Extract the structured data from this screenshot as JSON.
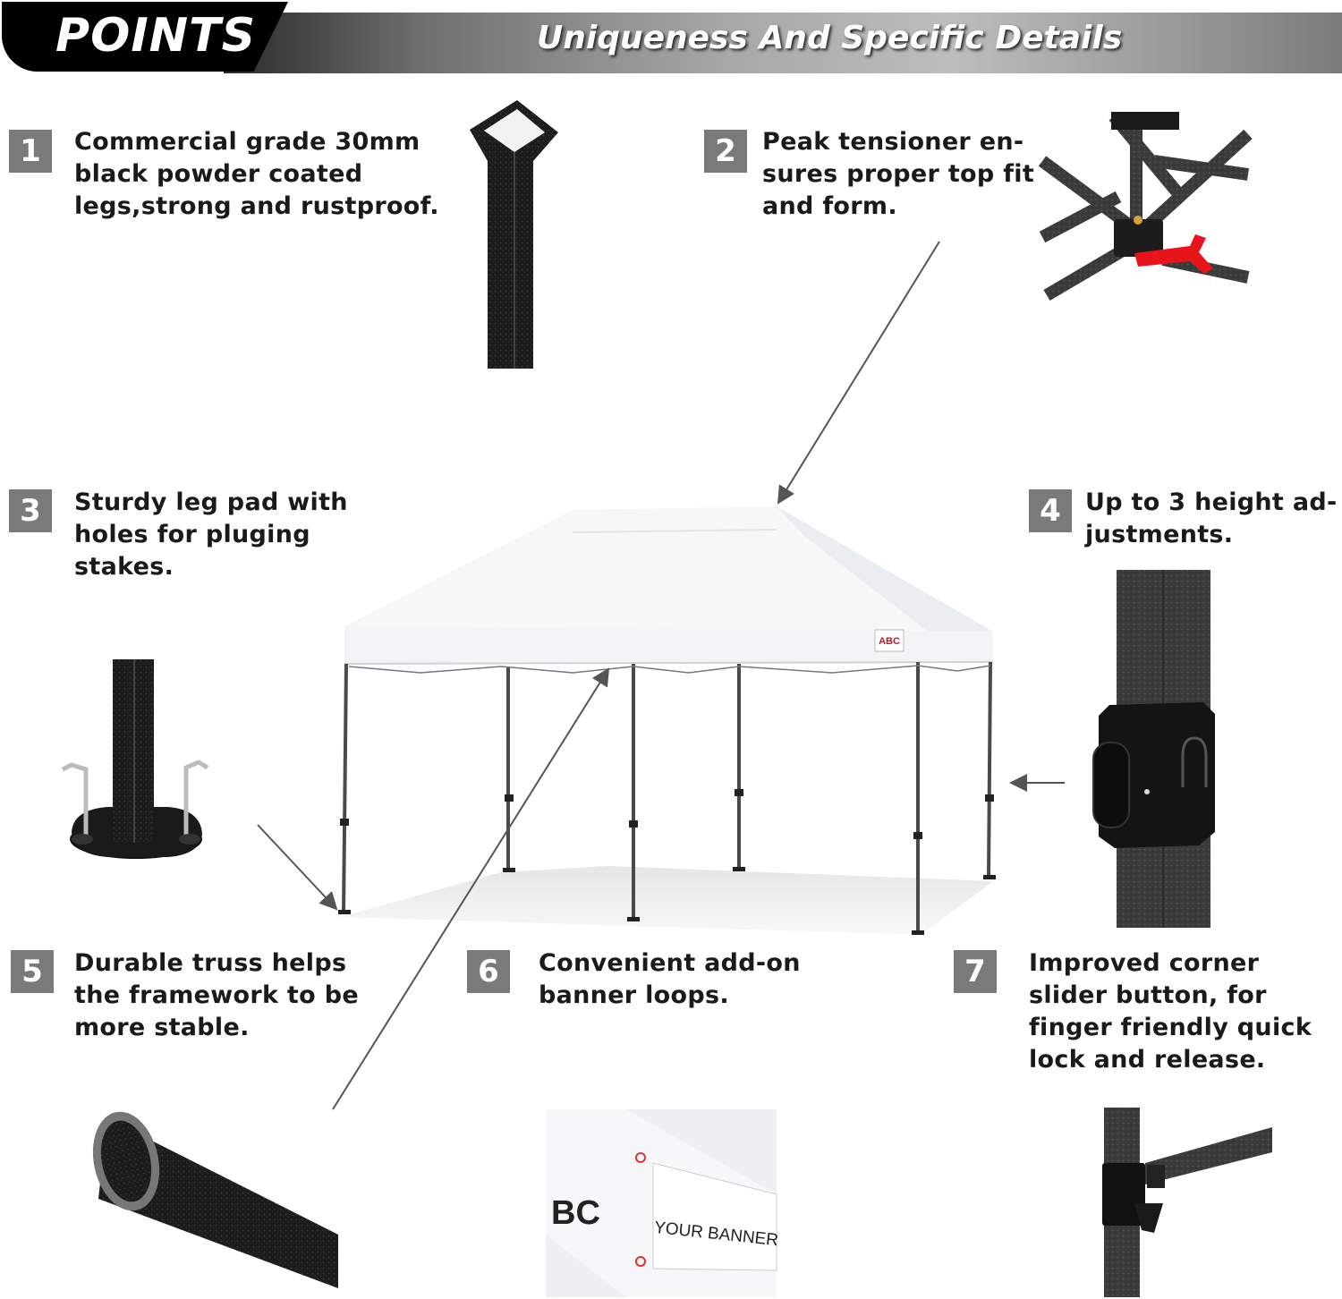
{
  "header": {
    "points_label": "POINTS",
    "subtitle": "Uniqueness And Specific Details"
  },
  "features": [
    {
      "number": "1",
      "lines": [
        "Commercial grade 30mm",
        "black powder coated",
        "legs,strong and rustproof."
      ]
    },
    {
      "number": "2",
      "lines": [
        "Peak tensioner en-",
        "sures proper top fit",
        "and form."
      ]
    },
    {
      "number": "3",
      "lines": [
        "Sturdy leg pad with",
        "holes for pluging",
        "stakes."
      ]
    },
    {
      "number": "4",
      "lines": [
        "Up to 3 height ad-",
        "justments."
      ]
    },
    {
      "number": "5",
      "lines": [
        "Durable truss helps",
        "the framework to be",
        "more stable."
      ]
    },
    {
      "number": "6",
      "lines": [
        "Convenient add-on",
        "banner loops."
      ]
    },
    {
      "number": "7",
      "lines": [
        "Improved corner",
        "slider button, for",
        "finger friendly quick",
        "lock and release."
      ]
    }
  ],
  "canopy_logo": "ABC",
  "banner_text": "YOUR BANNER",
  "banner_logo_fragment": "BC",
  "colors": {
    "badge": "#7a7a7a",
    "frame": "#3a3a3a",
    "canopy": "#ffffff",
    "tensioner_red": "#e8141c"
  },
  "icons": [
    "leg-tube-icon",
    "peak-tensioner-icon",
    "leg-pad-icon",
    "height-slider-icon",
    "truss-tube-icon",
    "banner-loop-icon",
    "corner-slider-icon"
  ]
}
